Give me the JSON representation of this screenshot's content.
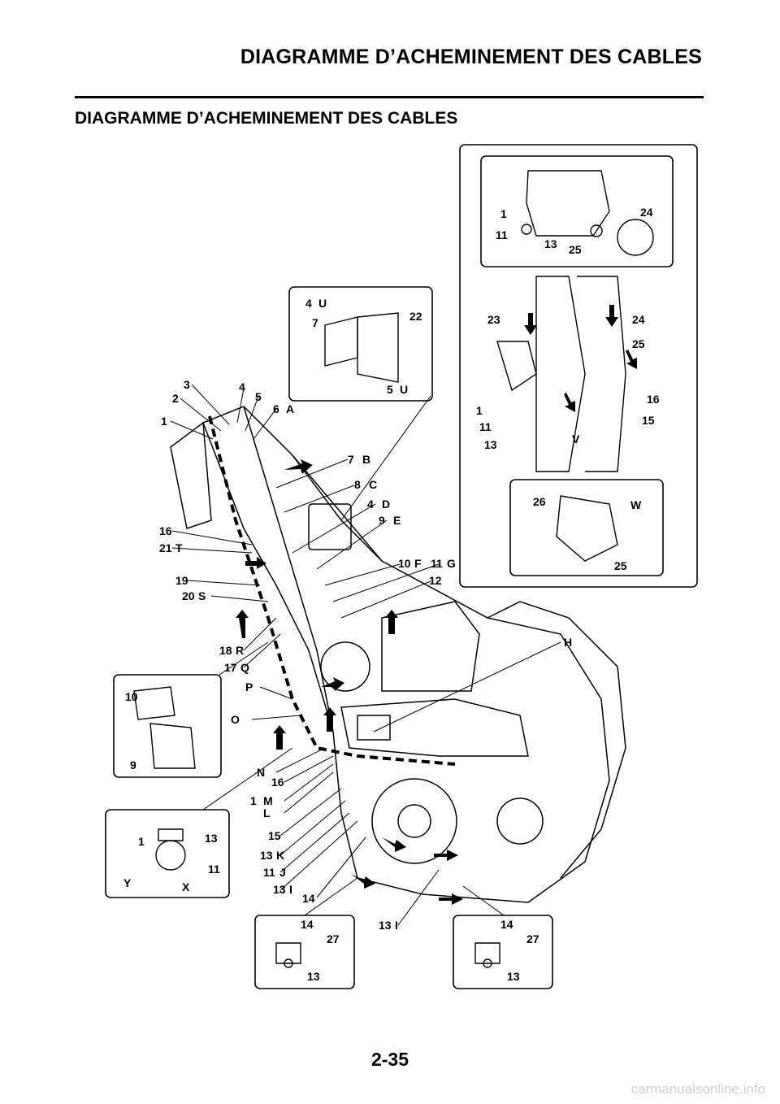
{
  "header": {
    "title": "DIAGRAMME D’ACHEMINEMENT DES CABLES"
  },
  "section": {
    "title": "DIAGRAMME D’ACHEMINEMENT DES CABLES"
  },
  "footer": {
    "page_number": "2-35",
    "watermark": "carmanualsonline.info"
  },
  "callouts": [
    "1",
    "2",
    "3",
    "4",
    "5",
    "6",
    "7",
    "8",
    "9",
    "10",
    "11",
    "12",
    "13",
    "14",
    "15",
    "16",
    "17",
    "18",
    "19",
    "20",
    "21",
    "22",
    "23",
    "24",
    "25",
    "26",
    "27",
    "A",
    "B",
    "C",
    "D",
    "E",
    "F",
    "G",
    "H",
    "I",
    "J",
    "K",
    "L",
    "M",
    "N",
    "O",
    "P",
    "Q",
    "R",
    "S",
    "T",
    "U",
    "V",
    "W",
    "X",
    "Y"
  ]
}
